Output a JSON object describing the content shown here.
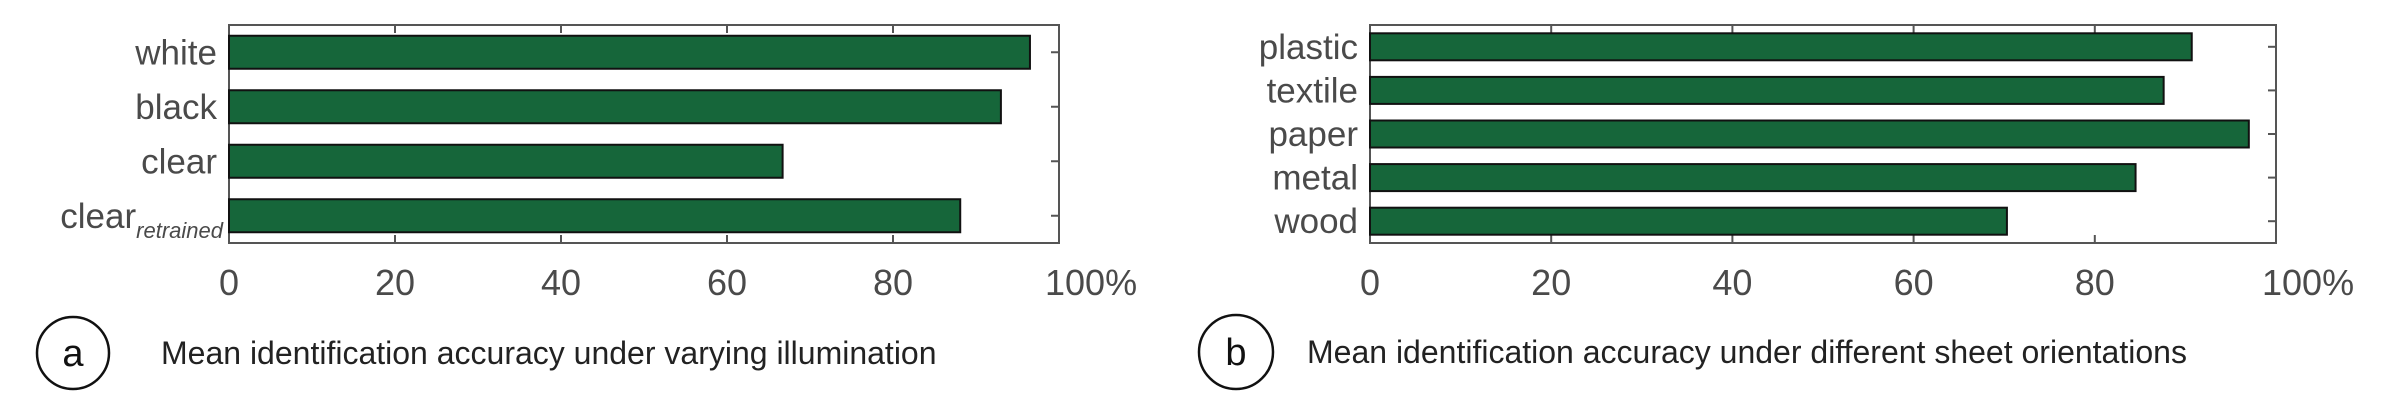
{
  "colors": {
    "bar": "#16663a",
    "bar_edge": "#111111",
    "axis": "#555555"
  },
  "chart_data": [
    {
      "type": "bar",
      "orientation": "horizontal",
      "panel_label": "a",
      "title": "Mean identification accuracy under varying illumination",
      "categories": [
        {
          "name": "white",
          "sub": ""
        },
        {
          "name": "black",
          "sub": ""
        },
        {
          "name": "clear",
          "sub": ""
        },
        {
          "name": "clear",
          "sub": "retrained"
        }
      ],
      "values": [
        96.5,
        93.0,
        66.7,
        88.1
      ],
      "xlim": [
        0,
        100
      ],
      "xticks": [
        "0",
        "20",
        "40",
        "60",
        "80",
        "100%"
      ],
      "xlabel": "",
      "ylabel": "",
      "grid": false
    },
    {
      "type": "bar",
      "orientation": "horizontal",
      "panel_label": "b",
      "title": "Mean identification accuracy under different sheet orientations",
      "categories": [
        {
          "name": "plastic",
          "sub": ""
        },
        {
          "name": "textile",
          "sub": ""
        },
        {
          "name": "paper",
          "sub": ""
        },
        {
          "name": "metal",
          "sub": ""
        },
        {
          "name": "wood",
          "sub": ""
        }
      ],
      "values": [
        90.7,
        87.6,
        97.0,
        84.5,
        70.3
      ],
      "xlim": [
        0,
        100
      ],
      "xticks": [
        "0",
        "20",
        "40",
        "60",
        "80",
        "100%"
      ],
      "xlabel": "",
      "ylabel": "",
      "grid": false
    }
  ]
}
